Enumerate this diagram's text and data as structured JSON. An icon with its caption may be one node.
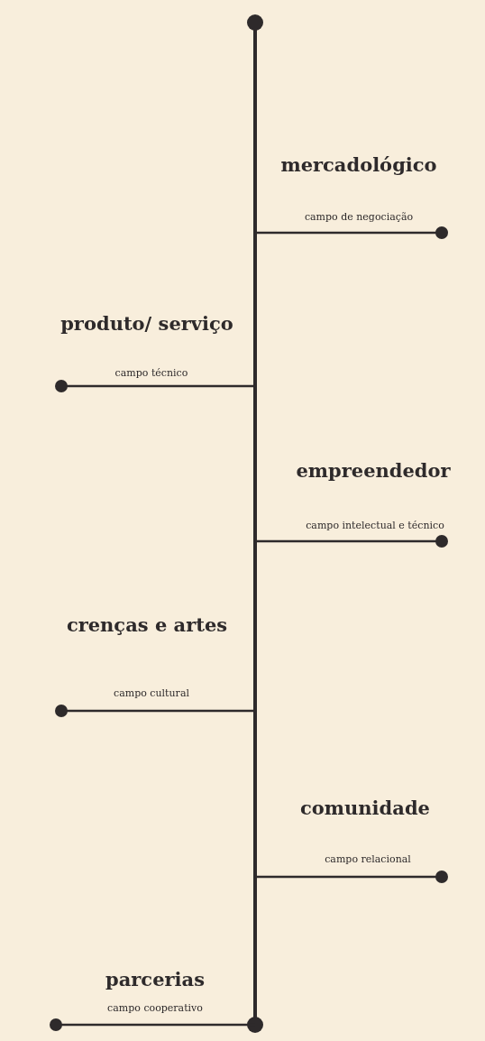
{
  "diagram": {
    "labels": [
      "mercadológico",
      "campo de negociação",
      "produto/ serviço",
      "campo técnico",
      "empreendedor",
      "campo intelectual e técnico",
      "crenças e artes",
      "campo cultural",
      "comunidade",
      "campo relacional",
      "parcerias",
      "campo cooperativo"
    ]
  }
}
